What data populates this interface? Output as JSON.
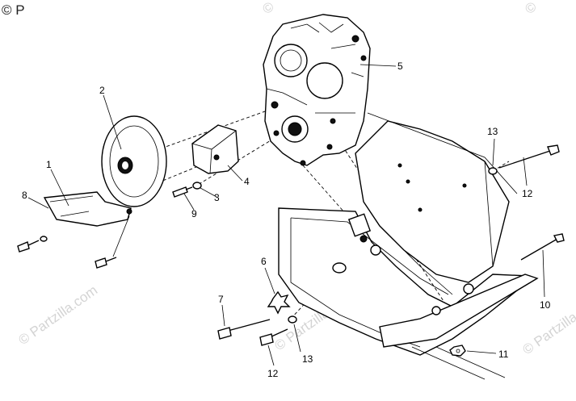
{
  "callouts": {
    "c1": "1",
    "c2": "2",
    "c3": "3",
    "c4": "4",
    "c5": "5",
    "c6": "6",
    "c7": "7",
    "c8": "8",
    "c9": "9",
    "c10": "10",
    "c11": "11",
    "c12a": "12",
    "c12b": "12",
    "c13a": "13",
    "c13b": "13"
  },
  "watermark": {
    "copyright_mark": "©",
    "text": "© Partzilla.com",
    "top_left_fragment": "© P"
  },
  "colors": {
    "ink": "#000000",
    "watermark": "#d4d4d4",
    "background": "#ffffff"
  }
}
